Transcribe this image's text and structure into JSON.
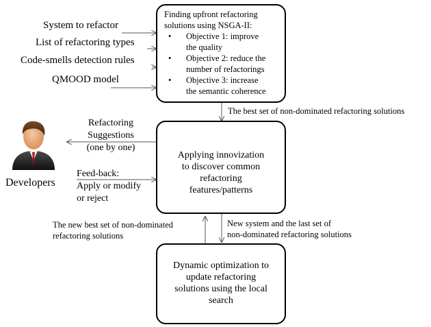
{
  "inputs": [
    "System to refactor",
    "List of refactoring types",
    "Code-smells detection rules",
    "QMOOD model"
  ],
  "box1": {
    "title_line1": "Finding upfront refactoring",
    "title_line2": "solutions using NSGA-II:",
    "objectives": [
      {
        "line1": "Objective 1: improve",
        "line2": "the quality"
      },
      {
        "line1": "Objective 2: reduce the",
        "line2": "number of refactorings"
      },
      {
        "line1": "Objective 3: increase",
        "line2": "the semantic coherence"
      }
    ]
  },
  "edge_label_best_set": "The best set of non-dominated refactoring solutions",
  "box2": {
    "lines": [
      "Applying  innovization",
      "to discover common",
      "refactoring",
      "features/patterns"
    ]
  },
  "developer": {
    "label": "Developers"
  },
  "suggestions": {
    "lines": [
      "Refactoring",
      "Suggestions",
      "(one by one)"
    ]
  },
  "feedback": {
    "lines": [
      "Feed-back:",
      "Apply  or modify",
      "or reject"
    ]
  },
  "edge_left": {
    "lines": [
      "The new best set of non-dominated",
      "refactoring solutions"
    ]
  },
  "edge_right": {
    "lines": [
      "New system and the last set of",
      "non-dominated refactoring solutions"
    ]
  },
  "box3": {
    "lines": [
      "Dynamic optimization to",
      "update refactoring",
      "solutions using the local",
      "search"
    ]
  }
}
